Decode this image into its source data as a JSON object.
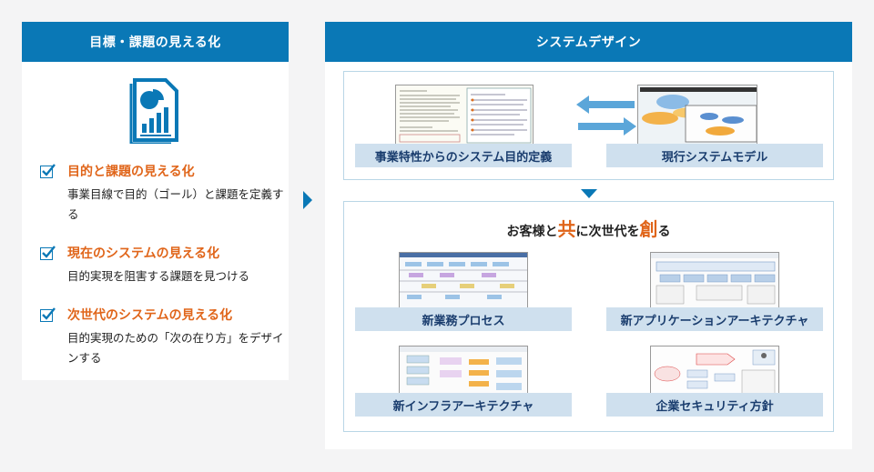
{
  "left_panel": {
    "header": "目標・課題の見える化",
    "icon": "document-chart-icon",
    "items": [
      {
        "title": "目的と課題の見える化",
        "desc": "事業目線で目的（ゴール）と課題を定義する"
      },
      {
        "title": "現在のシステムの見える化",
        "desc": "目的実現を阻害する課題を見つける"
      },
      {
        "title": "次世代のシステムの見える化",
        "desc": "目的実現のための「次の在り方」をデザインする"
      }
    ]
  },
  "right_panel": {
    "header": "システムデザイン",
    "top_items": [
      {
        "label": "事業特性からのシステム目的定義",
        "thumb": "purpose-document-thumbnail"
      },
      {
        "label": "現行システムモデル",
        "thumb": "system-model-thumbnail"
      }
    ],
    "tagline": {
      "pre": "お客様と",
      "big1": "共",
      "mid": "に次世代を",
      "big2": "創",
      "post": "る"
    },
    "bottom_items": [
      {
        "label": "新業務プロセス"
      },
      {
        "label": "新アプリケーションアーキテクチャ"
      },
      {
        "label": "新インフラアーキテクチャ"
      },
      {
        "label": "企業セキュリティ方針"
      }
    ]
  },
  "colors": {
    "header": "#0a78b6",
    "accent": "#e0651a",
    "label_bg": "#cfe0ee",
    "label_text": "#1a3d6e",
    "arrow": "#5ba6d9"
  }
}
